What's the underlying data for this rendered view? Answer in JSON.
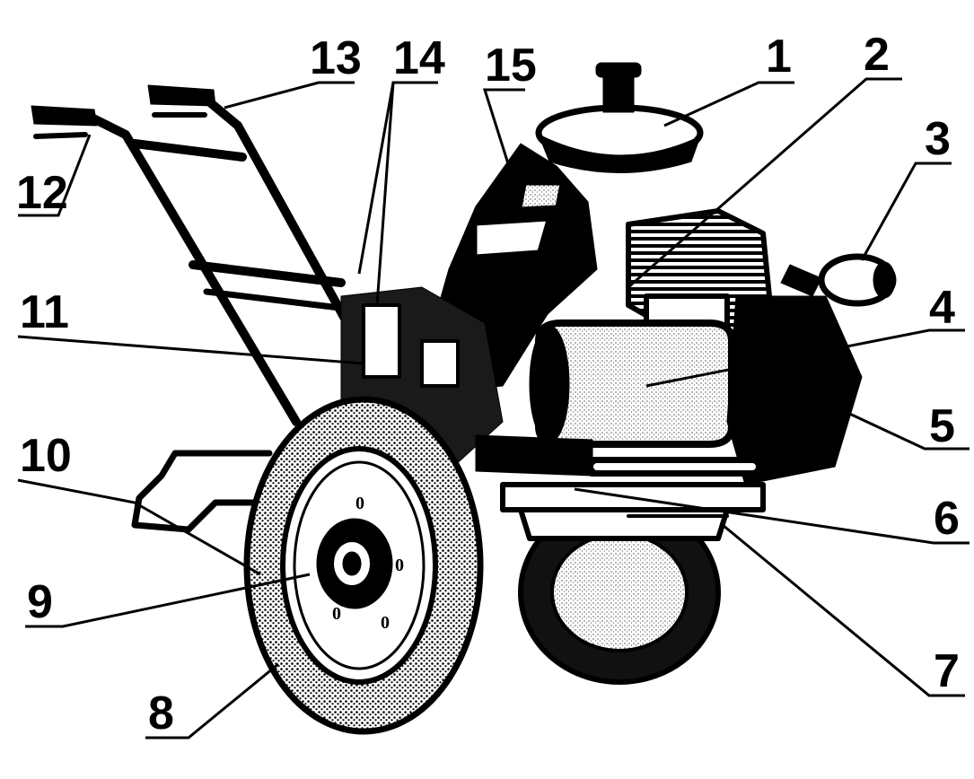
{
  "figure": {
    "callouts": [
      {
        "label": "1",
        "part": "fuel-tank"
      },
      {
        "label": "2",
        "part": "engine"
      },
      {
        "label": "3",
        "part": "air-filter"
      },
      {
        "label": "4",
        "part": "gearbox-housing"
      },
      {
        "label": "5",
        "part": "exhaust-pipe"
      },
      {
        "label": "6",
        "part": "frame-bracket"
      },
      {
        "label": "7",
        "part": "front-platform"
      },
      {
        "label": "8",
        "part": "left-wheel"
      },
      {
        "label": "9",
        "part": "wheel-hub"
      },
      {
        "label": "10",
        "part": "hitch"
      },
      {
        "label": "11",
        "part": "transmission-casing"
      },
      {
        "label": "12",
        "part": "left-handle-grip"
      },
      {
        "label": "13",
        "part": "right-handle-grip"
      },
      {
        "label": "14",
        "part": "handlebar-mount"
      },
      {
        "label": "15",
        "part": "frame-column"
      }
    ]
  },
  "colors": {
    "ink": "#000000",
    "paper": "#ffffff",
    "shade": "#3a3a3a"
  }
}
